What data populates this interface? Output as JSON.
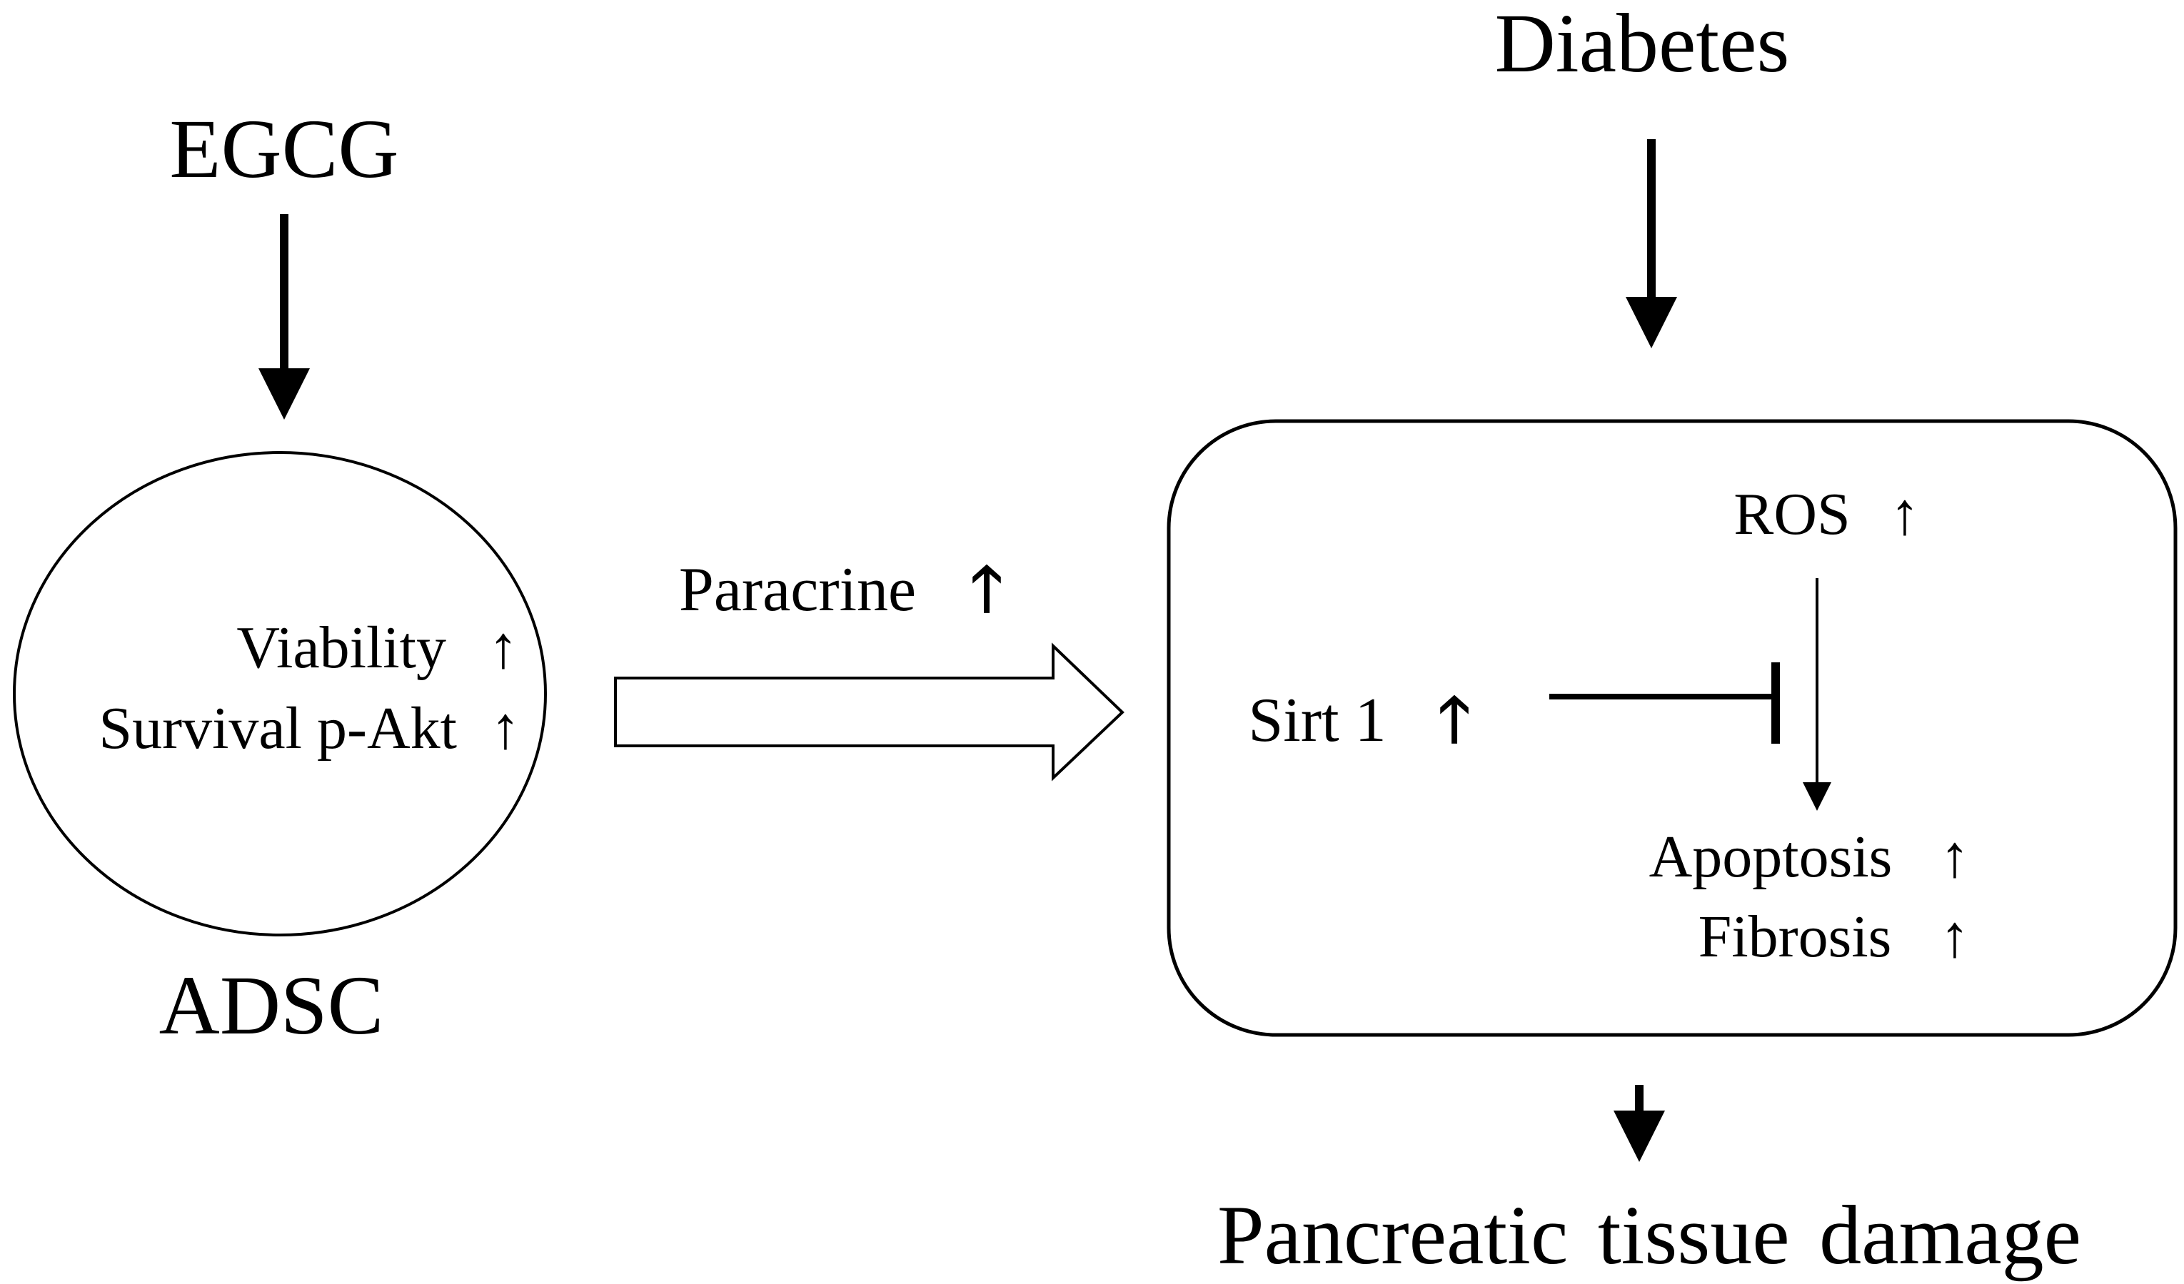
{
  "nodes": {
    "egcg": "EGCG",
    "diabetes": "Diabetes",
    "adsc": "ADSC",
    "viability": "Viability",
    "survival": "Survival p-Akt",
    "paracrine": "Paracrine",
    "ros": "ROS",
    "sirt1": "Sirt 1",
    "apoptosis": "Apoptosis",
    "fibrosis": "Fibrosis",
    "damage": "Pancreatic tissue damage"
  },
  "glyphs": {
    "thin_up": "↑",
    "bold_up": "🡑"
  }
}
